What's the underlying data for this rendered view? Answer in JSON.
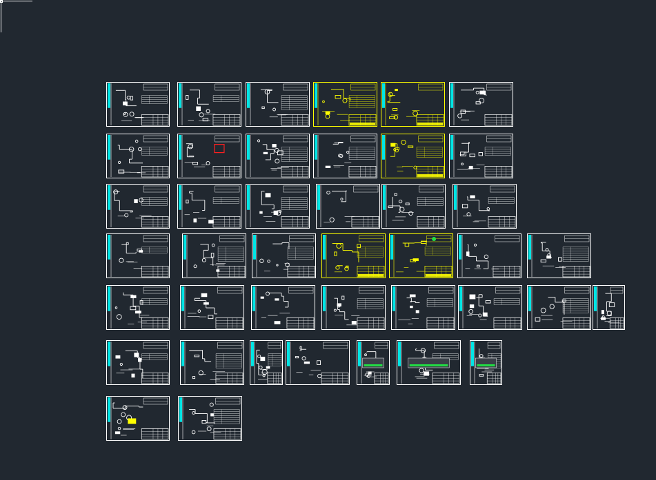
{
  "app": {
    "view": "model-space"
  },
  "colors": {
    "background": "#212830",
    "sheet_border": "#ffffff",
    "sheet_border_selected": "#ffff00",
    "strip": "#00e5e5",
    "accent_yellow": "#ffff00",
    "accent_red": "#ff2020",
    "accent_green": "#22dd44"
  },
  "sheets": [
    {
      "id": "r1c1",
      "row": 1,
      "seed": 11
    },
    {
      "id": "r1c2",
      "row": 1,
      "seed": 12
    },
    {
      "id": "r1c3",
      "row": 1,
      "seed": 13
    },
    {
      "id": "r1c4",
      "row": 1,
      "seed": 14,
      "highlight": "yellow"
    },
    {
      "id": "r1c5",
      "row": 1,
      "seed": 15,
      "highlight": "yellow"
    },
    {
      "id": "r1c6",
      "row": 1,
      "seed": 16
    },
    {
      "id": "r2c1",
      "row": 2,
      "seed": 21
    },
    {
      "id": "r2c2",
      "row": 2,
      "seed": 22,
      "marker": "red"
    },
    {
      "id": "r2c3",
      "row": 2,
      "seed": 23
    },
    {
      "id": "r2c4",
      "row": 2,
      "seed": 24
    },
    {
      "id": "r2c5",
      "row": 2,
      "seed": 25,
      "highlight": "yellow"
    },
    {
      "id": "r2c6",
      "row": 2,
      "seed": 26
    },
    {
      "id": "r3c1",
      "row": 3,
      "seed": 31
    },
    {
      "id": "r3c2",
      "row": 3,
      "seed": 32
    },
    {
      "id": "r3c3",
      "row": 3,
      "seed": 33
    },
    {
      "id": "r3c4",
      "row": 3,
      "seed": 34
    },
    {
      "id": "r3c5",
      "row": 3,
      "seed": 35
    },
    {
      "id": "r3c6",
      "row": 3,
      "seed": 36
    },
    {
      "id": "r4c1",
      "row": 4,
      "seed": 41
    },
    {
      "id": "r4c2",
      "row": 4,
      "seed": 42
    },
    {
      "id": "r4c3",
      "row": 4,
      "seed": 43
    },
    {
      "id": "r4c4",
      "row": 4,
      "seed": 44,
      "highlight": "yellow"
    },
    {
      "id": "r4c5",
      "row": 4,
      "seed": 45,
      "highlight": "yellow",
      "marker": "green"
    },
    {
      "id": "r4c6",
      "row": 4,
      "seed": 46
    },
    {
      "id": "r4c7",
      "row": 4,
      "seed": 47
    },
    {
      "id": "r5c1",
      "row": 5,
      "seed": 51
    },
    {
      "id": "r5c2",
      "row": 5,
      "seed": 52
    },
    {
      "id": "r5c3",
      "row": 5,
      "seed": 53
    },
    {
      "id": "r5c4",
      "row": 5,
      "seed": 54
    },
    {
      "id": "r5c5",
      "row": 5,
      "seed": 55
    },
    {
      "id": "r5c6",
      "row": 5,
      "seed": 56
    },
    {
      "id": "r5c7",
      "row": 5,
      "seed": 57
    },
    {
      "id": "r5c8",
      "row": 5,
      "seed": 58
    },
    {
      "id": "r6c1",
      "row": 6,
      "seed": 61
    },
    {
      "id": "r6c2",
      "row": 6,
      "seed": 62
    },
    {
      "id": "r6c3",
      "row": 6,
      "seed": 63
    },
    {
      "id": "r6c4",
      "row": 6,
      "seed": 64
    },
    {
      "id": "r6c5",
      "row": 6,
      "seed": 65,
      "marker": "table-green"
    },
    {
      "id": "r6c6",
      "row": 6,
      "seed": 66,
      "marker": "table-green"
    },
    {
      "id": "r6c7",
      "row": 6,
      "seed": 67,
      "marker": "table-green"
    },
    {
      "id": "r7c1",
      "row": 7,
      "seed": 71,
      "marker": "yellow-block"
    },
    {
      "id": "r7c2",
      "row": 7,
      "seed": 72
    }
  ]
}
